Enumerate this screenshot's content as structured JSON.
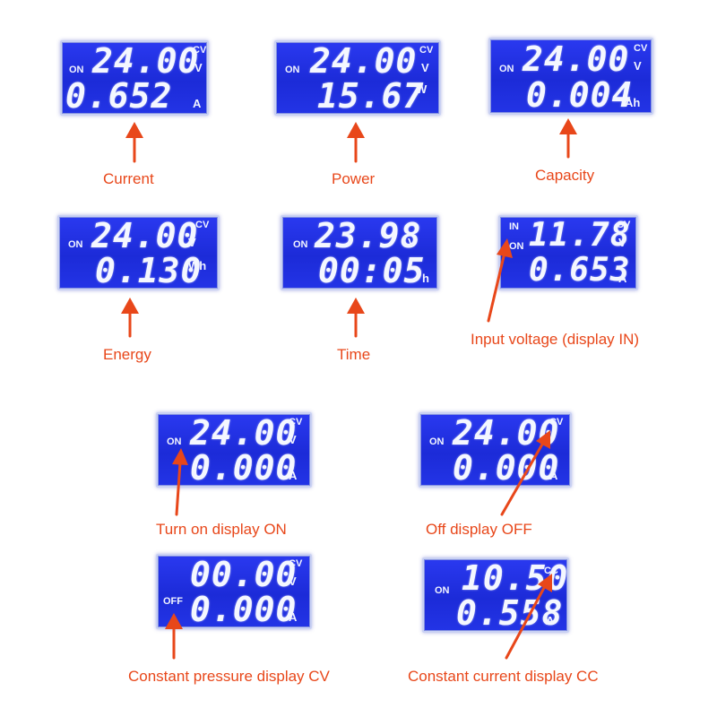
{
  "watermark": "",
  "panels": [
    {
      "id": "current",
      "status": "ON",
      "top": "24.00",
      "top_unit": "V",
      "mode": "CV",
      "bottom": "0.652",
      "bottom_unit": "A",
      "caption": "Current"
    },
    {
      "id": "power",
      "status": "ON",
      "top": "24.00",
      "top_unit": "V",
      "mode": "CV",
      "bottom": "15.67",
      "bottom_unit": "W",
      "caption": "Power"
    },
    {
      "id": "capacity",
      "status": "ON",
      "top": "24.00",
      "top_unit": "V",
      "mode": "CV",
      "bottom": "0.004",
      "bottom_unit": "Ah",
      "caption": "Capacity"
    },
    {
      "id": "energy",
      "status": "ON",
      "top": "24.00",
      "top_unit": "V",
      "mode": "CV",
      "bottom": "0.130",
      "bottom_unit": "Wh",
      "caption": "Energy"
    },
    {
      "id": "time",
      "status": "ON",
      "top": "23.98",
      "top_unit": "V",
      "mode": "",
      "bottom": "00:05",
      "bottom_unit": "h",
      "caption": "Time"
    },
    {
      "id": "input",
      "status": "IN",
      "status2": "ON",
      "top": "11.78",
      "top_unit": "V",
      "mode": "CV",
      "bottom": "0.653",
      "bottom_unit": "A",
      "caption": "Input voltage (display IN)"
    },
    {
      "id": "turn-on",
      "status": "ON",
      "top": "24.00",
      "top_unit": "V",
      "mode": "CV",
      "bottom": "0.000",
      "bottom_unit": "A",
      "caption": "Turn on display ON"
    },
    {
      "id": "off",
      "status": "ON",
      "top": "24.00",
      "top_unit": "V",
      "mode": "CV",
      "bottom": "0.000",
      "bottom_unit": "A",
      "caption": "Off display OFF"
    },
    {
      "id": "cv",
      "status": "OFF",
      "top": "00.00",
      "top_unit": "V",
      "mode": "CV",
      "bottom": "0.000",
      "bottom_unit": "A",
      "caption": "Constant pressure display CV"
    },
    {
      "id": "cc",
      "status": "ON",
      "top": "10.50",
      "top_unit": "V",
      "mode": "CC",
      "bottom": "0.558",
      "bottom_unit": "A",
      "caption": "Constant current display CC"
    }
  ],
  "colors": {
    "lcd_blue": "#1f2fe0",
    "caption_orange": "#e8471a",
    "arrow_orange": "#e8471a"
  }
}
